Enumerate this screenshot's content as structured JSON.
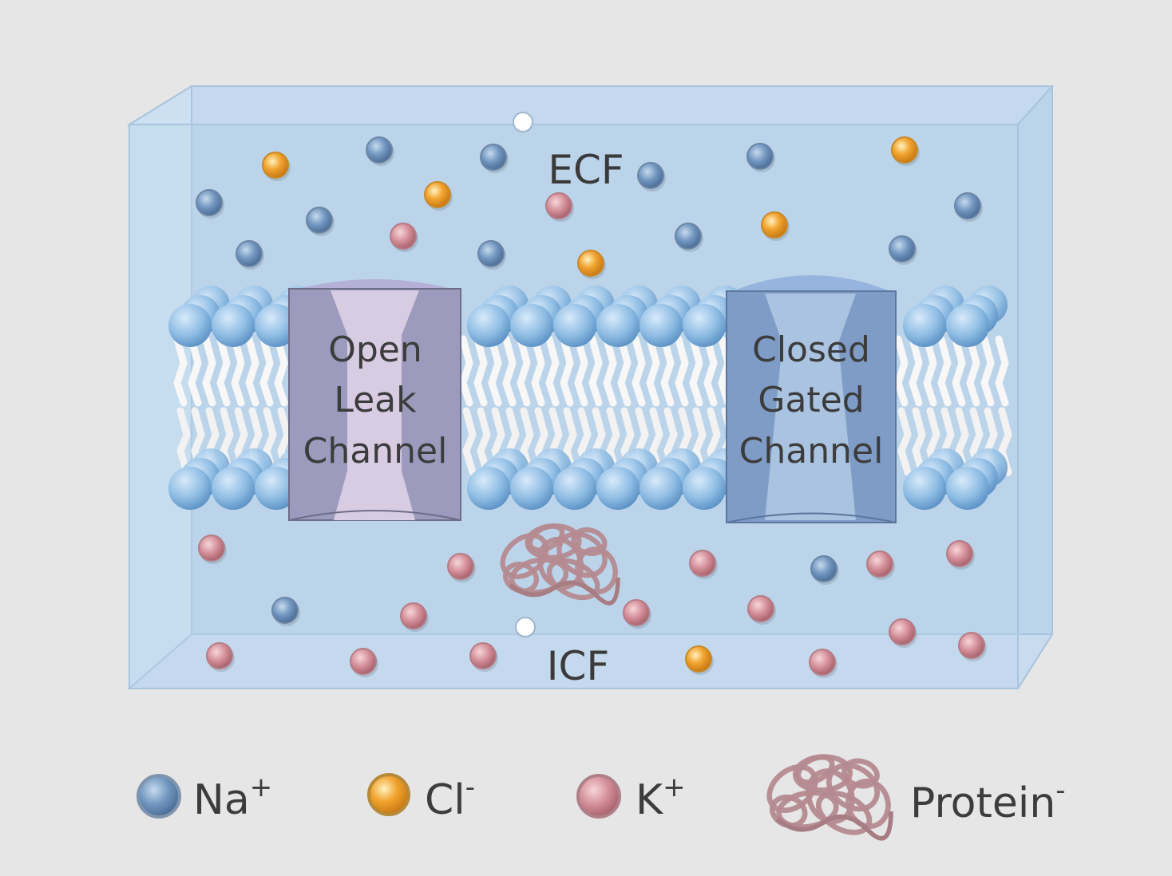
{
  "labels": {
    "ecf": "ECF",
    "icf": "ICF",
    "open_channel": [
      "Open",
      "Leak",
      "Channel"
    ],
    "closed_channel": [
      "Closed",
      "Gated",
      "Channel"
    ]
  },
  "legend": {
    "na": {
      "base": "Na",
      "sup": "+"
    },
    "cl": {
      "base": "Cl",
      "sup": "-"
    },
    "k": {
      "base": "K",
      "sup": "+"
    },
    "protein": {
      "base": "Protein",
      "sup": "-"
    }
  },
  "colors": {
    "background": "#e6e6e6",
    "box_fill": "#bcd4ea",
    "na": "#6f93bd",
    "cl": "#f0a030",
    "k": "#d9909a",
    "protein": "#b58a90",
    "open_channel": "#9c9bbd",
    "open_pore": "#d6cbe2",
    "closed_channel": "#7f9cc7",
    "closed_pore": "#a9c3e0",
    "lipid_head": "#8ab8e0"
  },
  "icons": {
    "na": "blue-sphere",
    "cl": "orange-sphere",
    "k": "pink-sphere",
    "protein": "tangled-coil",
    "pore_marker": "white-dot"
  }
}
